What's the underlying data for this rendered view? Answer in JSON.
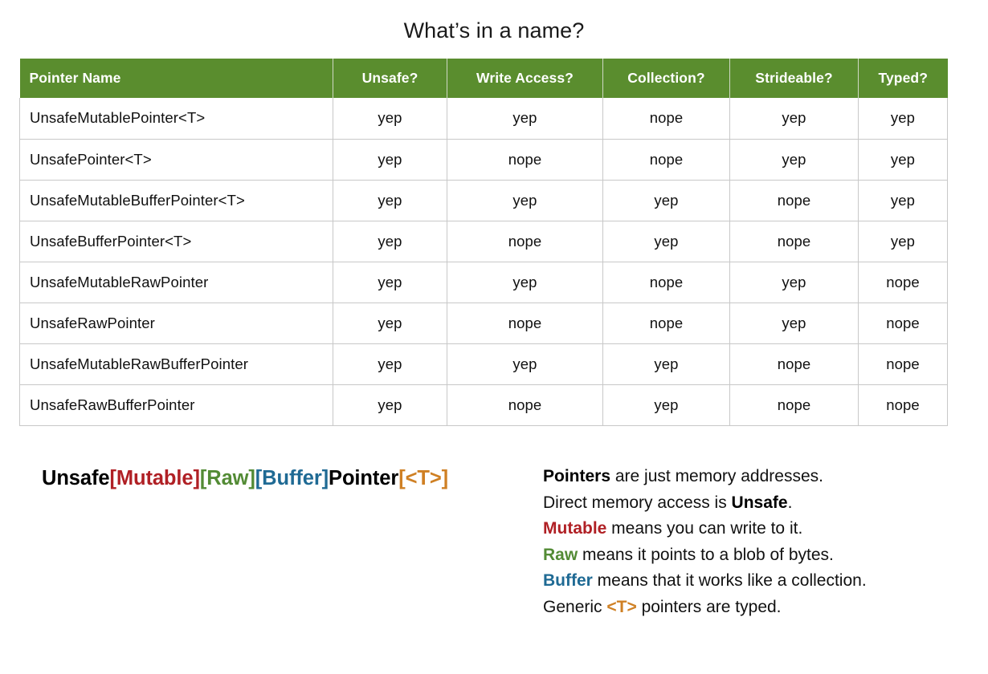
{
  "slide": {
    "title": "What’s in a name?"
  },
  "colors": {
    "header_green": "#5a8d2e",
    "mutable_red": "#b02025",
    "raw_green": "#538b35",
    "buffer_blue": "#1f6a94",
    "generic_orange": "#cf8024",
    "text_black": "#000000",
    "cell_border": "#c8c8c8"
  },
  "table": {
    "columns": [
      "Pointer Name",
      "Unsafe?",
      "Write Access?",
      "Collection?",
      "Strideable?",
      "Typed?"
    ],
    "rows": [
      {
        "name": "UnsafeMutablePointer<T>",
        "unsafe": "yep",
        "write": "yep",
        "collection": "nope",
        "strideable": "yep",
        "typed": "yep"
      },
      {
        "name": "UnsafePointer<T>",
        "unsafe": "yep",
        "write": "nope",
        "collection": "nope",
        "strideable": "yep",
        "typed": "yep"
      },
      {
        "name": "UnsafeMutableBufferPointer<T>",
        "unsafe": "yep",
        "write": "yep",
        "collection": "yep",
        "strideable": "nope",
        "typed": "yep"
      },
      {
        "name": "UnsafeBufferPointer<T>",
        "unsafe": "yep",
        "write": "nope",
        "collection": "yep",
        "strideable": "nope",
        "typed": "yep"
      },
      {
        "name": "UnsafeMutableRawPointer",
        "unsafe": "yep",
        "write": "yep",
        "collection": "nope",
        "strideable": "yep",
        "typed": "nope"
      },
      {
        "name": "UnsafeRawPointer",
        "unsafe": "yep",
        "write": "nope",
        "collection": "nope",
        "strideable": "yep",
        "typed": "nope"
      },
      {
        "name": "UnsafeMutableRawBufferPointer",
        "unsafe": "yep",
        "write": "yep",
        "collection": "yep",
        "strideable": "nope",
        "typed": "nope"
      },
      {
        "name": "UnsafeRawBufferPointer",
        "unsafe": "yep",
        "write": "nope",
        "collection": "yep",
        "strideable": "nope",
        "typed": "nope"
      }
    ]
  },
  "formula": {
    "part_unsafe": "Unsafe",
    "part_mutable": "[Mutable]",
    "part_raw": "[Raw]",
    "part_buffer": "[Buffer]",
    "part_pointer": "Pointer",
    "part_generic": "[<T>]"
  },
  "legend": {
    "line1_keyword": "Pointers",
    "line1_rest": " are just memory addresses.",
    "line2_pre": "Direct memory access is ",
    "line2_keyword": "Unsafe",
    "line2_post": ".",
    "line3_keyword": "Mutable",
    "line3_rest": " means you can write to it.",
    "line4_keyword": "Raw",
    "line4_rest": " means it points to a blob of bytes.",
    "line5_keyword": "Buffer",
    "line5_rest": " means that it works like a collection.",
    "line6_pre": "Generic ",
    "line6_keyword": "<T>",
    "line6_post": " pointers are typed."
  }
}
